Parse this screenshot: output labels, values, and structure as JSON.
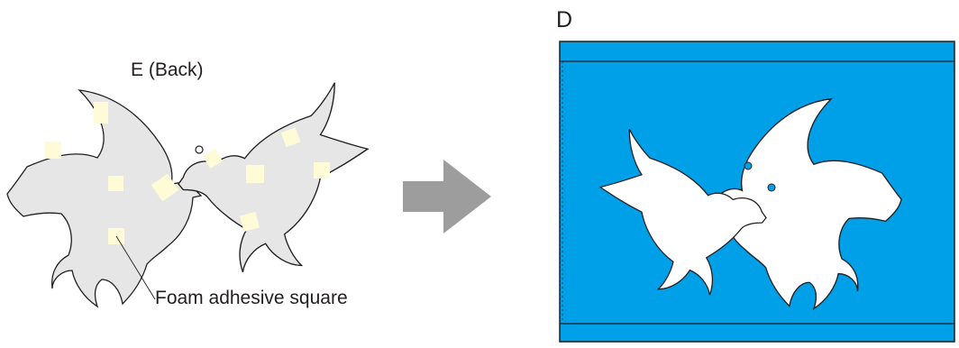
{
  "labels": {
    "panel_e": "E (Back)",
    "panel_d": "D",
    "foam_callout": "Foam adhesive square"
  },
  "colors": {
    "dove_back_fill": "#e6e6e6",
    "foam_square": "#fffbd6",
    "outline": "#231f20",
    "arrow": "#9d9d9d",
    "card_blue": "#00a0e9",
    "dove_front_fill": "#ffffff",
    "eye_blue": "#00a0e9"
  },
  "icons": {
    "arrow": "right-arrow-icon"
  }
}
